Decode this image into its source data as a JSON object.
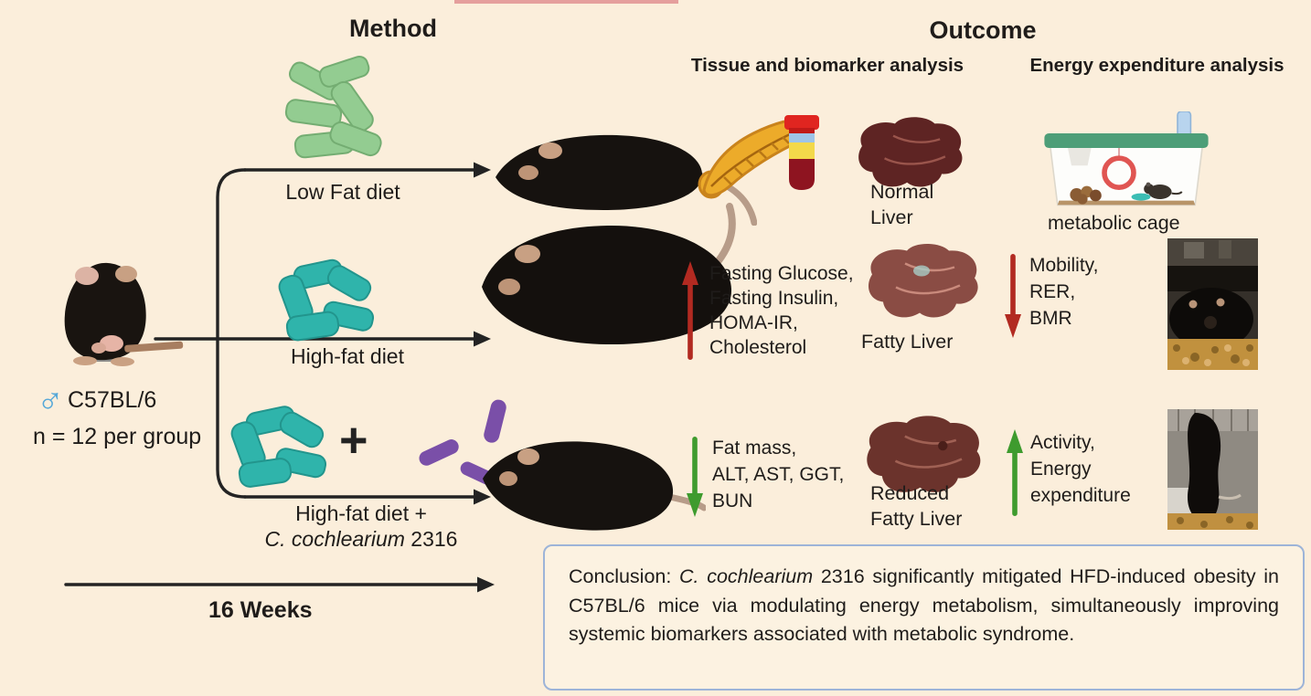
{
  "method": {
    "title": "Method",
    "subject": {
      "male_symbol": "♂",
      "strain": "C57BL/6",
      "group_size": "n = 12 per group"
    },
    "arms": {
      "low_fat": {
        "label": "Low Fat diet"
      },
      "high_fat": {
        "label": "High-fat diet"
      },
      "high_fat_cc": {
        "label_line1": "High-fat diet +",
        "species": "C. cochlearium",
        "strain_number": "2316",
        "plus_sign": "+"
      }
    },
    "duration": "16 Weeks"
  },
  "outcome": {
    "title": "Outcome",
    "tissue_header": "Tissue and biomarker analysis",
    "energy_header": "Energy expenditure analysis",
    "rows": {
      "low_fat": {
        "liver_label_l1": "Normal",
        "liver_label_l2": "Liver",
        "cage_label": "metabolic cage"
      },
      "high_fat": {
        "increased": [
          "Fasting Glucose,",
          "Fasting Insulin,",
          "HOMA-IR,",
          "Cholesterol"
        ],
        "liver_label": "Fatty Liver",
        "decreased": [
          "Mobility,",
          "RER,",
          "BMR"
        ]
      },
      "high_fat_cc": {
        "decreased": [
          "Fat mass,",
          "ALT, AST, GGT,",
          "BUN"
        ],
        "liver_label_l1": "Reduced",
        "liver_label_l2": "Fatty Liver",
        "increased": [
          "Activity,",
          "Energy",
          "expenditure"
        ]
      }
    }
  },
  "conclusion": {
    "prefix": "Conclusion: ",
    "species": "C. cochlearium",
    "body": " 2316 significantly mitigated HFD-induced obesity in C57BL/6 mice via modulating energy metabolism, simultaneously improving systemic biomarkers associated with metabolic syndrome."
  },
  "colors": {
    "background": "#fbeedb",
    "hfd_arrow_red": "#b22a21",
    "cc_arrow_green": "#3e9b2e",
    "male_blue": "#56a8d8",
    "low_fat_pellet": "#93cc91",
    "high_fat_pellet": "#2fb4ab",
    "bacteria_purple": "#7a4fa8",
    "cage_lid_green": "#4d9e78",
    "conclusion_border": "#9db4d8",
    "flow_arrow_black": "#232323"
  },
  "icons": {
    "male": "male-icon",
    "up_arrow": "increase-arrow-icon",
    "down_arrow": "decrease-arrow-icon",
    "blood_tube": "blood-tube-icon"
  }
}
